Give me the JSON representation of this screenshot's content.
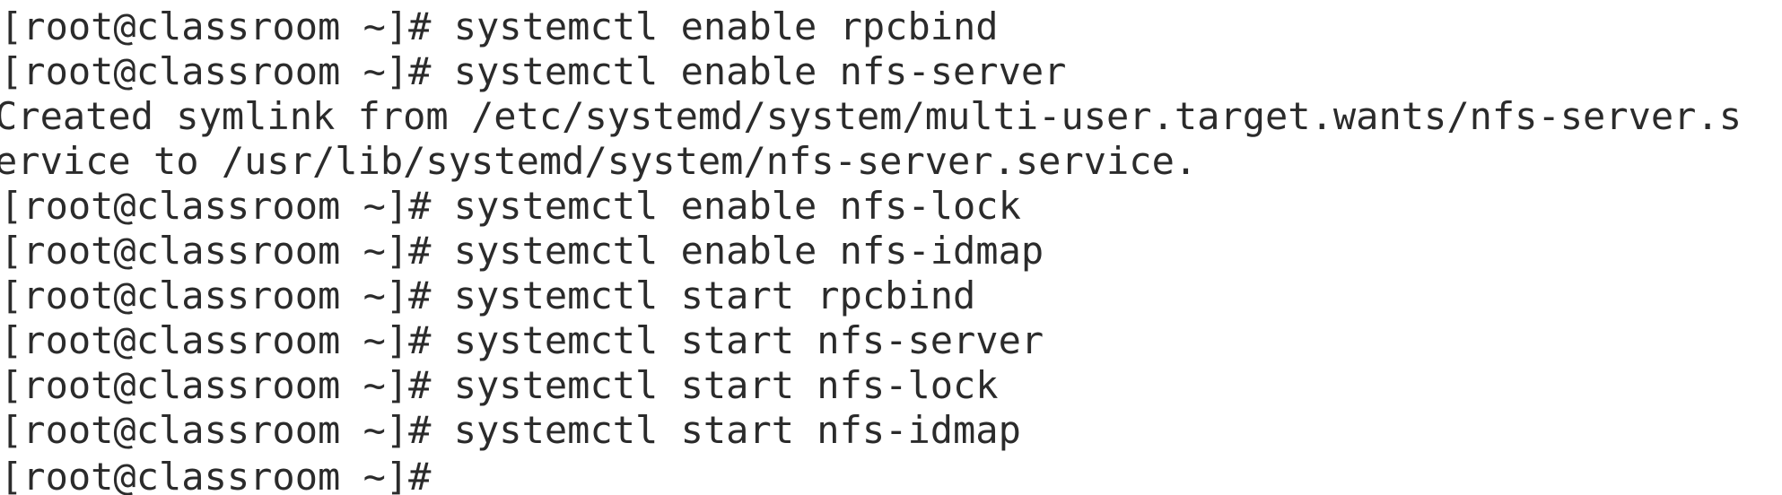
{
  "terminal": {
    "prompt": "[root@classroom ~]#",
    "lines": [
      "[root@classroom ~]# systemctl enable rpcbind",
      "[root@classroom ~]# systemctl enable nfs-server",
      "Created symlink from /etc/systemd/system/multi-user.target.wants/nfs-server.s",
      "ervice to /usr/lib/systemd/system/nfs-server.service.",
      "[root@classroom ~]# systemctl enable nfs-lock",
      "[root@classroom ~]# systemctl enable nfs-idmap",
      "[root@classroom ~]# systemctl start rpcbind",
      "[root@classroom ~]# systemctl start nfs-server",
      "[root@classroom ~]# systemctl start nfs-lock",
      "[root@classroom ~]# systemctl start nfs-idmap",
      "[root@classroom ~]#"
    ]
  }
}
